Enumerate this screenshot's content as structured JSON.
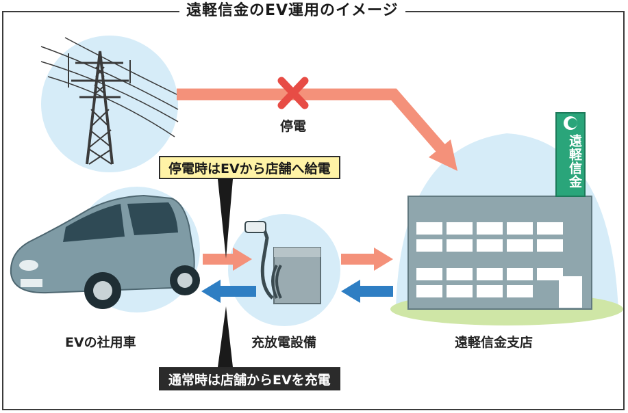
{
  "title": "遠軽信金のEV運用のイメージ",
  "labels": {
    "outage": "停電",
    "ev_car": "EVの社用車",
    "charger": "充放電設備",
    "branch": "遠軽信金支店"
  },
  "banners": {
    "outage_mode": "停電時はEVから店舗へ給電",
    "normal_mode": "通常時は店舗からEVを充電"
  },
  "sign": {
    "text": "遠軽信金"
  },
  "colors": {
    "supply_arrow": "#f4917a",
    "charge_arrow": "#2e7ec3",
    "cross": "#e74c45",
    "bubble": "#d6ecf8",
    "car_body": "#7f9ba5",
    "building": "#8fa6ad",
    "sign_green": "#2aa57a",
    "ground": "#cfe6a6"
  },
  "icons": {
    "power_tower": "power-tower-icon",
    "outage_cross": "cross-icon",
    "car": "car-icon",
    "charger": "charger-icon",
    "building": "building-icon"
  }
}
